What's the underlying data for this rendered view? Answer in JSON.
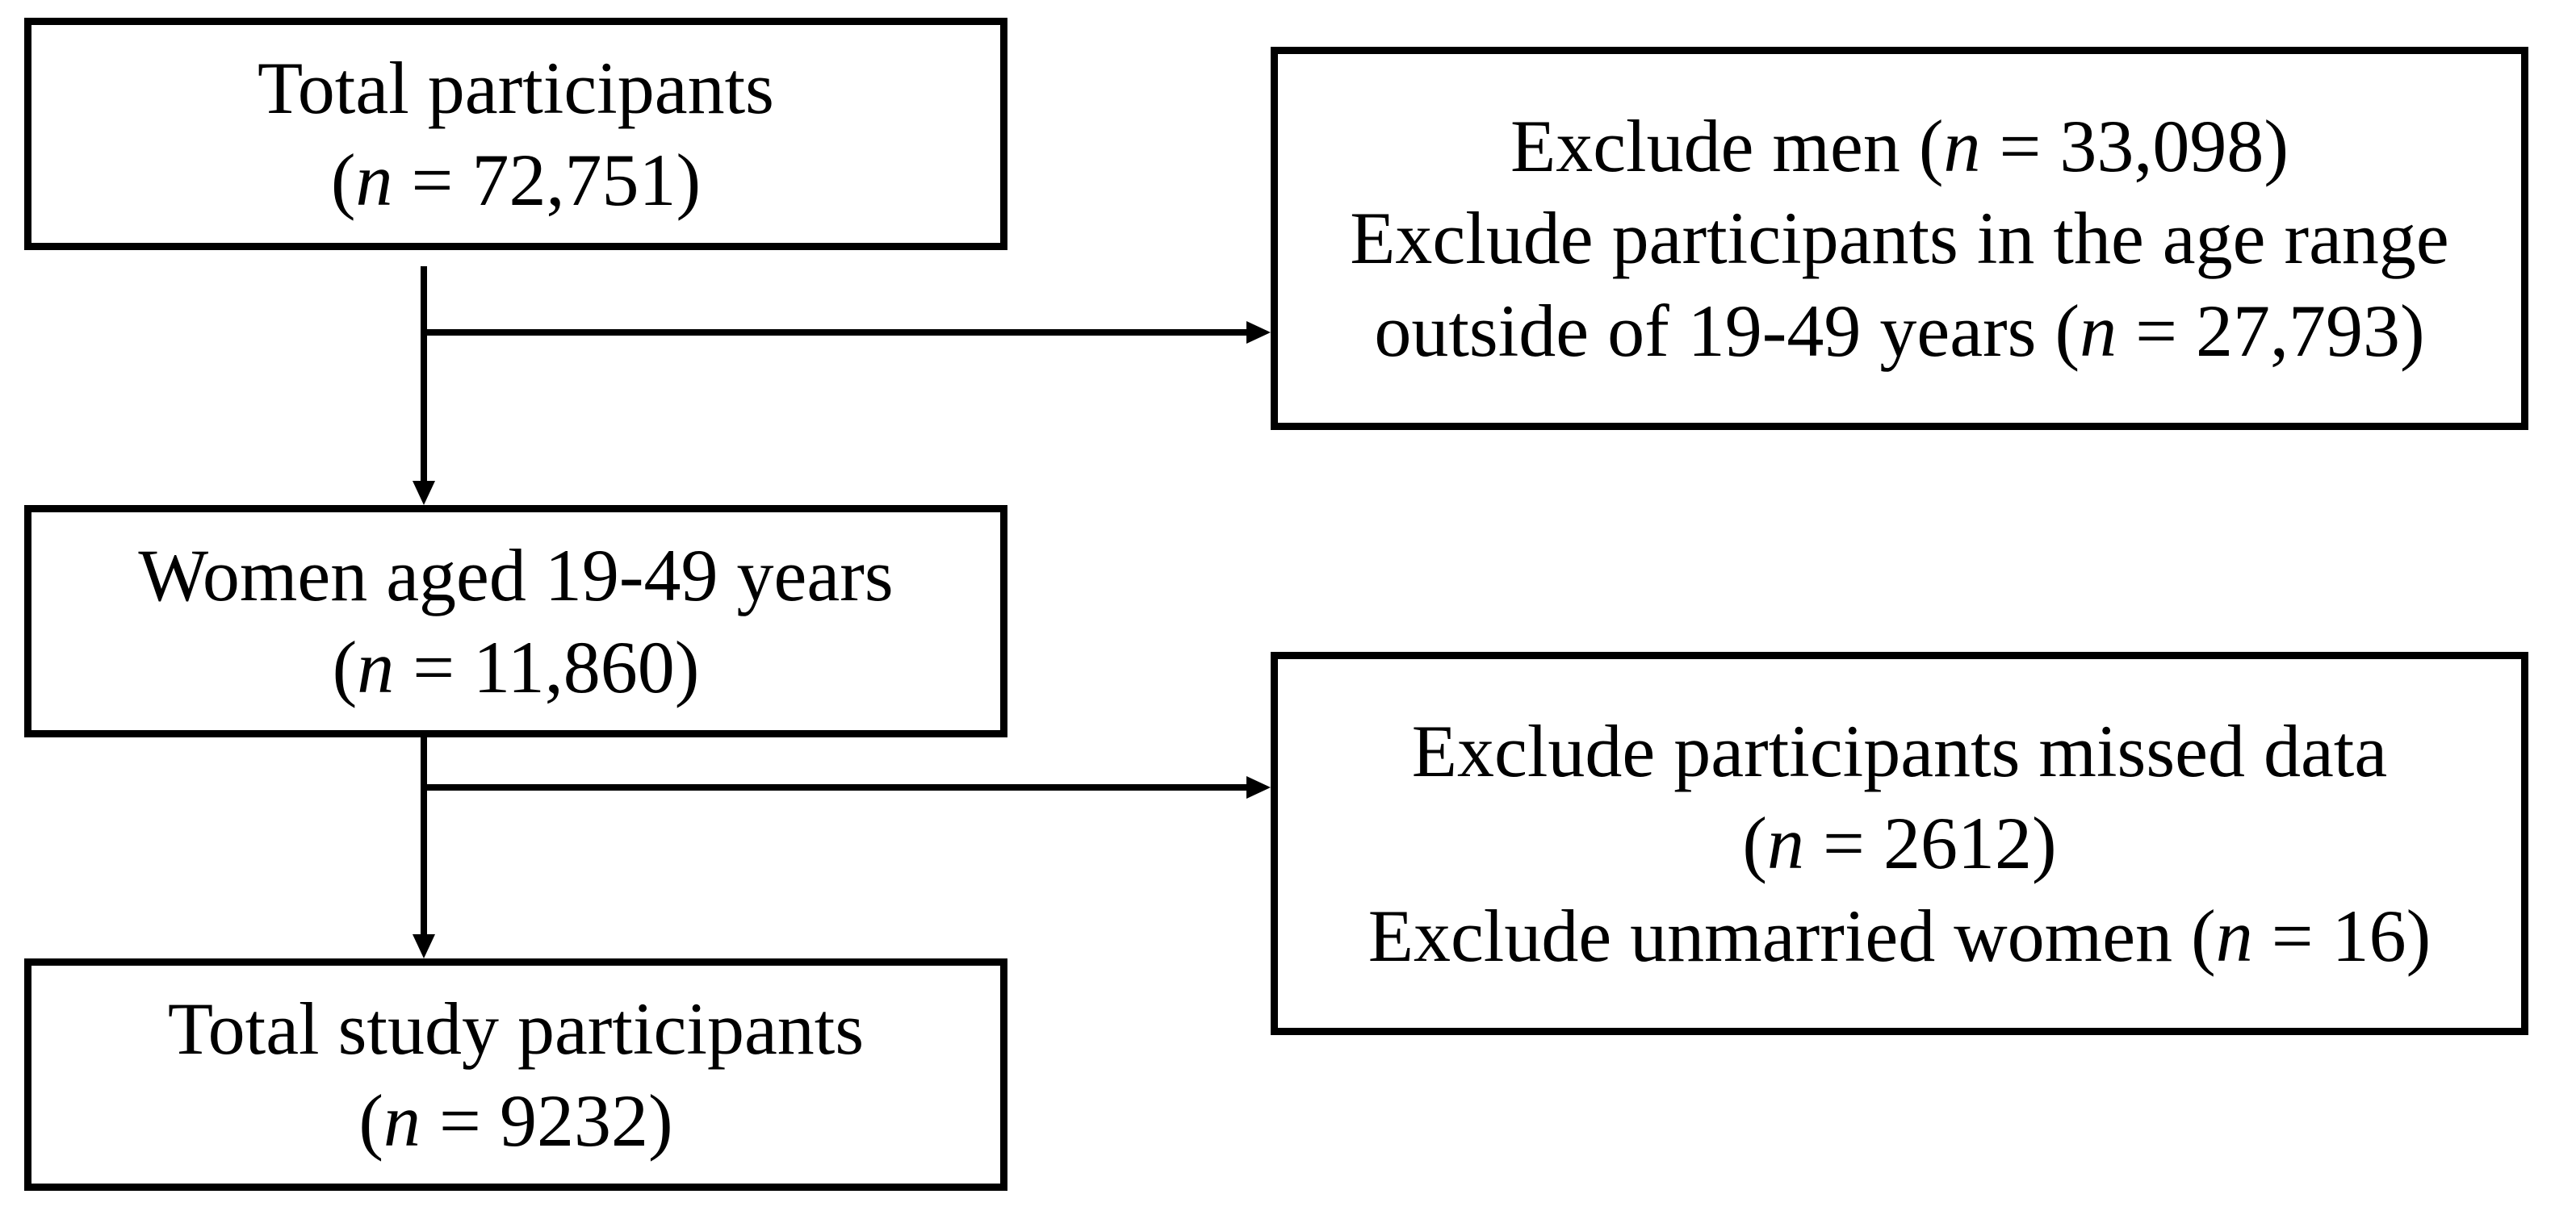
{
  "flowchart": {
    "total_participants": {
      "title": "Total participants",
      "n_prefix": "(",
      "n_symbol": "n",
      "n_eq": " = ",
      "n_value": "72,751",
      "n_suffix": ")"
    },
    "exclusion_1": {
      "line1_text": "Exclude men (",
      "line1_symbol": "n",
      "line1_eq": " = ",
      "line1_value": "33,098",
      "line1_suffix": ")",
      "line2_text": "Exclude participants in the age range",
      "line3_text": "outside of 19-49 years (",
      "line3_symbol": "n",
      "line3_eq": " = ",
      "line3_value": "27,793",
      "line3_suffix": ")"
    },
    "women_aged": {
      "title": "Women aged 19-49 years",
      "n_prefix": "(",
      "n_symbol": "n",
      "n_eq": " = ",
      "n_value": "11,860",
      "n_suffix": ")"
    },
    "exclusion_2": {
      "line1_text": "Exclude participants missed data",
      "line2_prefix": "(",
      "line2_symbol": "n",
      "line2_eq": " = ",
      "line2_value": "2612",
      "line2_suffix": ")",
      "line3_text": "Exclude unmarried women (",
      "line3_symbol": "n",
      "line3_eq": " = ",
      "line3_value": "16",
      "line3_suffix": ")"
    },
    "total_study": {
      "title": "Total study participants",
      "n_prefix": "(",
      "n_symbol": "n",
      "n_eq": " = ",
      "n_value": "9232",
      "n_suffix": ")"
    }
  }
}
